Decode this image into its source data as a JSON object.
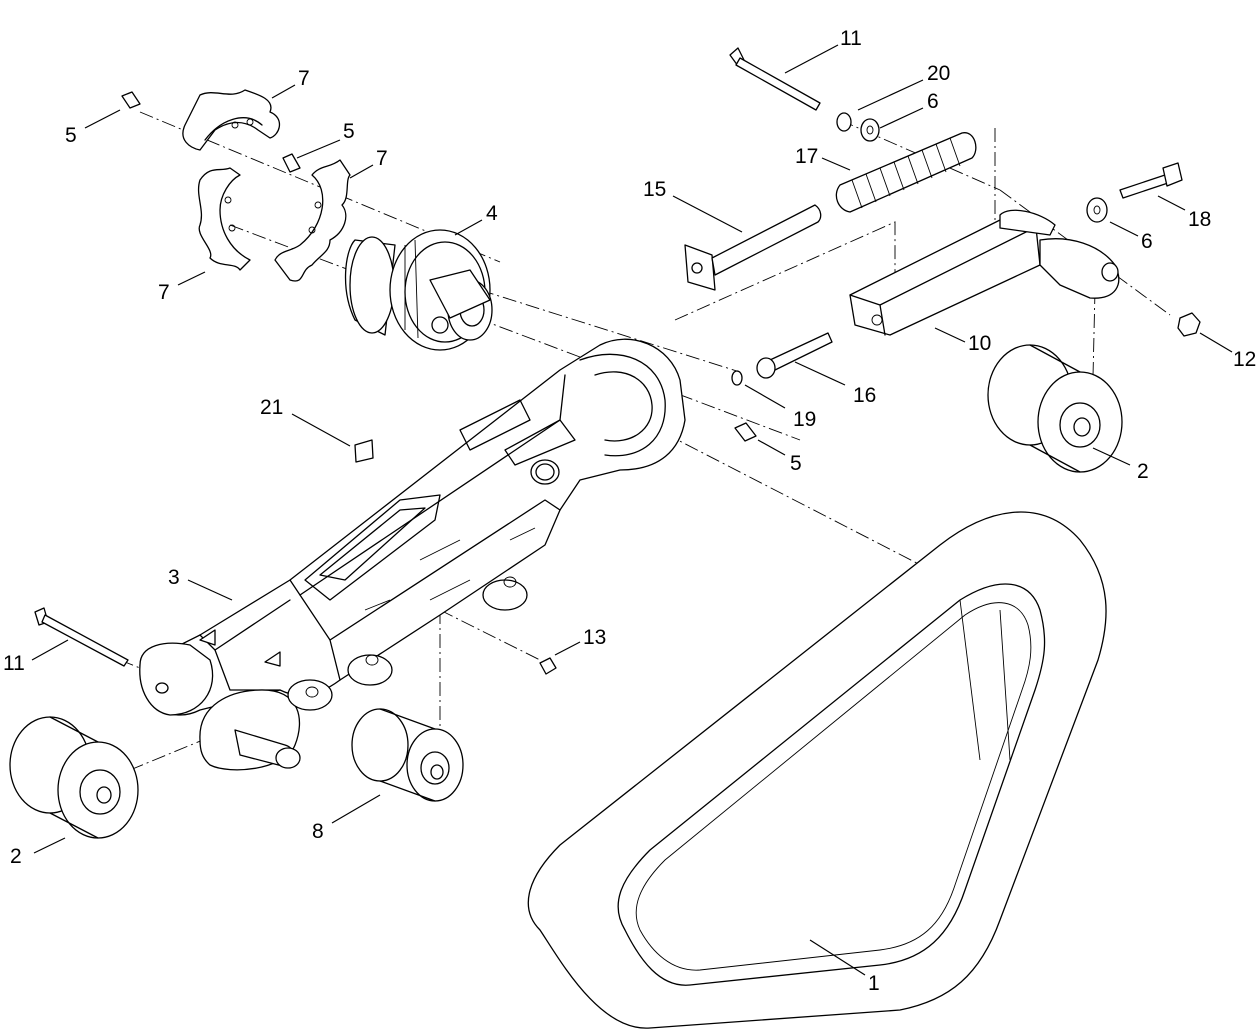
{
  "callouts": {
    "c_11_top": "11",
    "c_20": "20",
    "c_6_top": "6",
    "c_7_top": "7",
    "c_5_top_left": "5",
    "c_5_mid": "5",
    "c_7_mid": "7",
    "c_17": "17",
    "c_15": "15",
    "c_4": "4",
    "c_18": "18",
    "c_6_right": "6",
    "c_7_left": "7",
    "c_10": "10",
    "c_12": "12",
    "c_16": "16",
    "c_19": "19",
    "c_21": "21",
    "c_5_bottom": "5",
    "c_2_right": "2",
    "c_3": "3",
    "c_13": "13",
    "c_11_left": "11",
    "c_8": "8",
    "c_2_left": "2",
    "c_1": "1"
  }
}
